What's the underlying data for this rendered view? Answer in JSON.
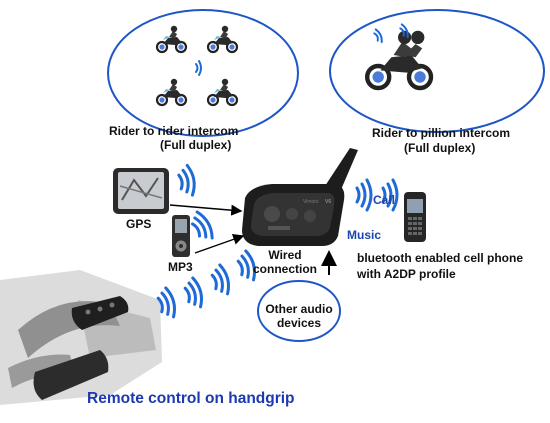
{
  "labels": {
    "rider_to_rider_1": "Rider to rider intercom",
    "rider_to_rider_2": "(Full duplex)",
    "rider_to_pillion_1": "Rider to pillion intercom",
    "rider_to_pillion_2": "(Full duplex)",
    "gps": "GPS",
    "mp3": "MP3",
    "wired_1": "Wired",
    "wired_2": "connection",
    "call": "Call",
    "music": "Music",
    "phone_1": "bluetooth enabled cell phone",
    "phone_2": "with A2DP profile",
    "other_audio_1": "Other audio",
    "other_audio_2": "devices",
    "remote": "Remote control on handgrip",
    "headset_brand": "Vimoto",
    "headset_model": "V6"
  },
  "colors": {
    "background": "#ffffff",
    "ellipse_stroke": "#1e56c8",
    "wave_blue": "#1e6ad6",
    "label_blue": "#1c47a8",
    "title_blue": "#1c39b0",
    "device_dark": "#1d1d1d"
  },
  "icons": {
    "bikes": "motorcycle-rider-icon",
    "pillion": "two-up-motorcycle-icon",
    "gps": "gps-navigator-icon",
    "mp3": "mp3-player-icon",
    "phone": "mobile-phone-icon",
    "headset": "bluetooth-intercom-headset-icon",
    "handgrip": "handlebar-remote-icon"
  }
}
